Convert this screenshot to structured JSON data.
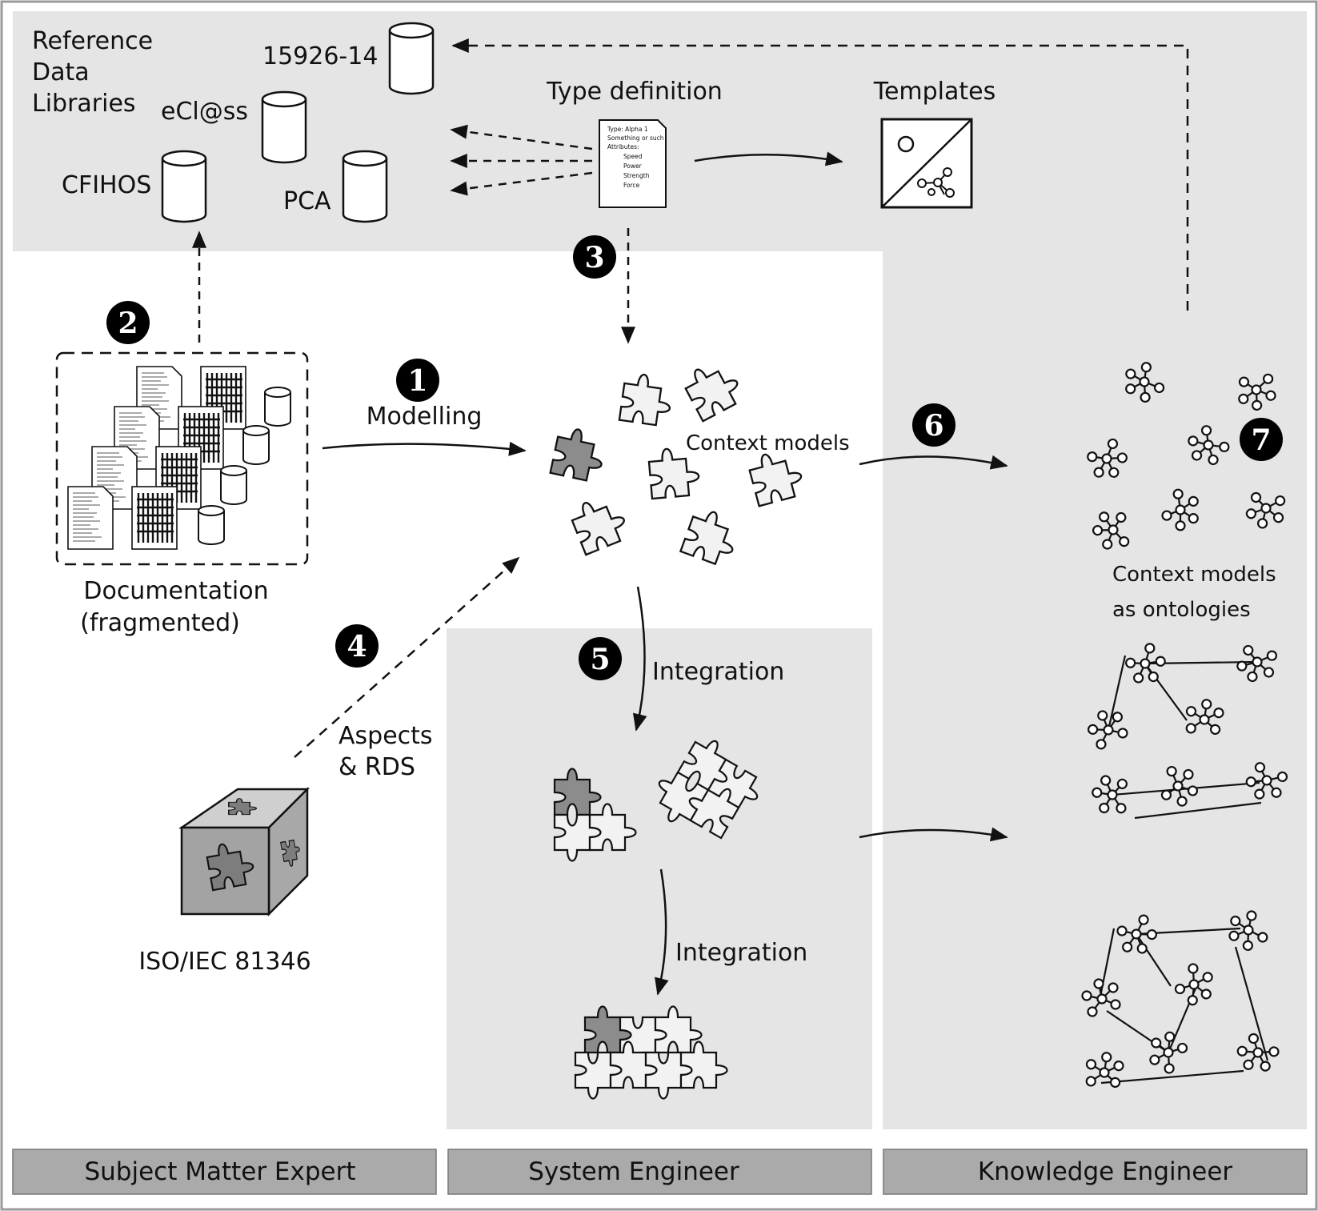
{
  "libraries": {
    "title_line1": "Reference",
    "title_line2": "Data",
    "title_line3": "Libraries",
    "items": [
      "15926-14",
      "eCl@ss",
      "CFIHOS",
      "PCA"
    ]
  },
  "type_definition": {
    "title": "Type definition",
    "doc_lines": [
      "Type: Alpha 1",
      "Something or such",
      "Attributes:",
      "Speed",
      "Power",
      "Strength",
      "Force"
    ]
  },
  "templates": {
    "title": "Templates"
  },
  "documentation": {
    "line1": "Documentation",
    "line2": "(fragmented)"
  },
  "modelling": {
    "label": "Modelling"
  },
  "context_models": {
    "label": "Context models"
  },
  "ontologies": {
    "line1": "Context models",
    "line2": "as ontologies"
  },
  "aspects": {
    "line1": "Aspects",
    "line2": "& RDS"
  },
  "standard": {
    "label": "ISO/IEC 81346"
  },
  "integration": {
    "label1": "Integration",
    "label2": "Integration"
  },
  "badges": [
    "❶",
    "❷",
    "❸",
    "❹",
    "❺",
    "❻",
    "❼"
  ],
  "roles": [
    "Subject Matter Expert",
    "System Engineer",
    "Knowledge Engineer"
  ],
  "colors": {
    "panel": "#e5e5e5",
    "role_bar": "#aaaaaa",
    "ink": "#111111",
    "dark_piece": "#8c8c8c",
    "light_piece": "#f2f2f2"
  }
}
